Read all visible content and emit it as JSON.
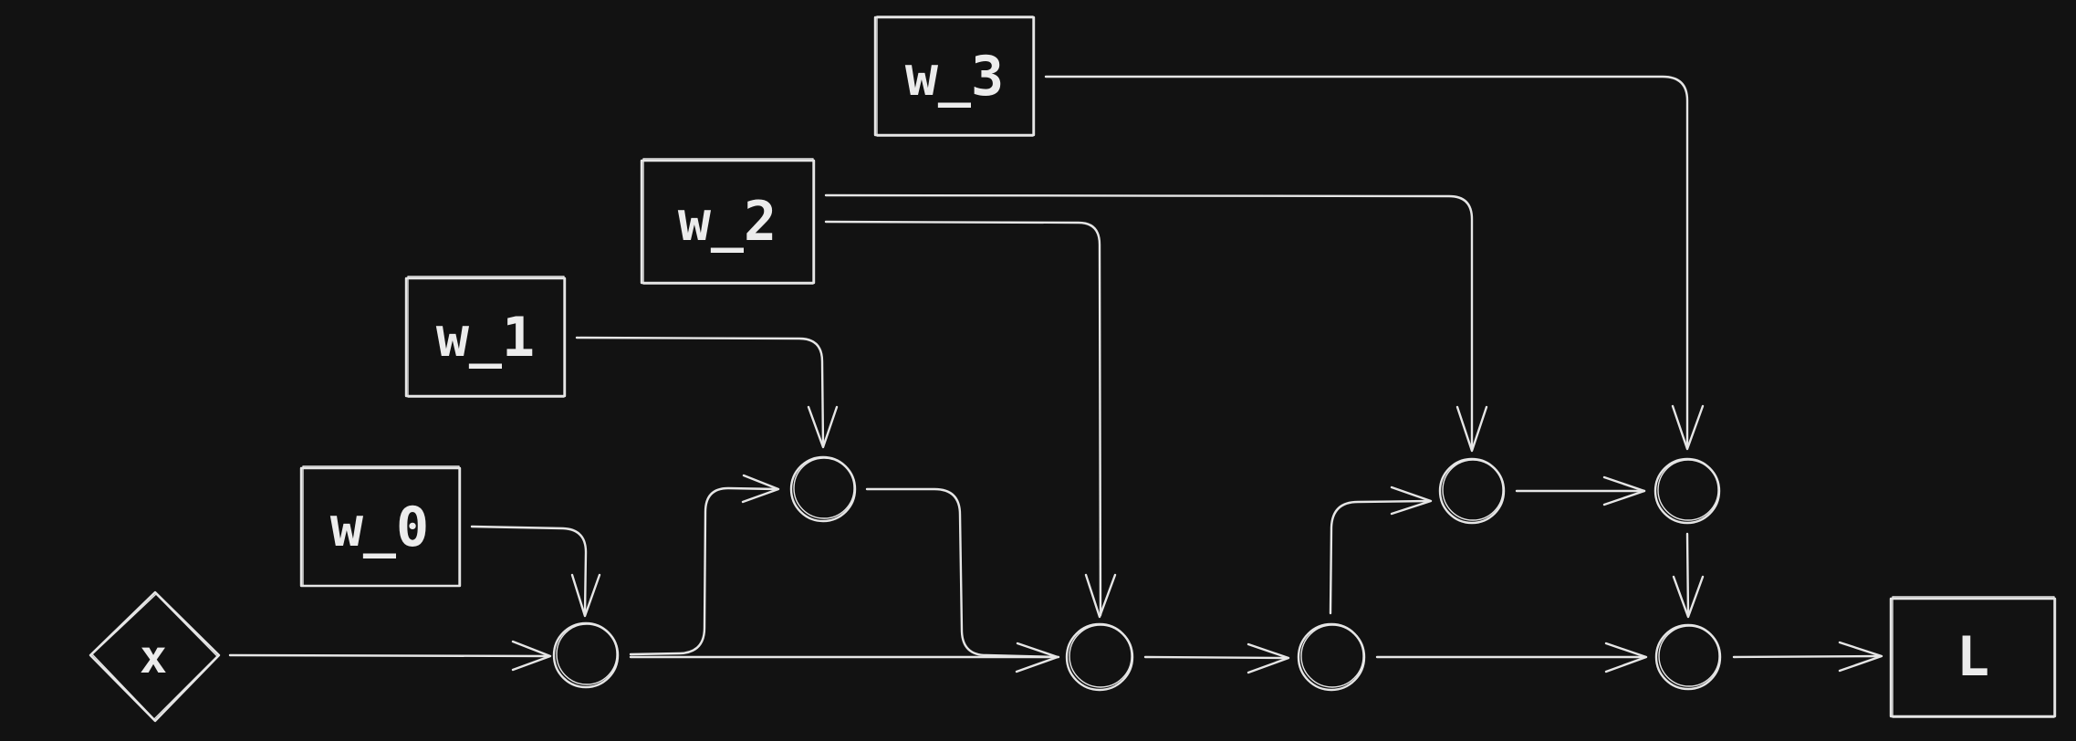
{
  "diagram": {
    "input_label": "x",
    "output_label": "L",
    "weights": [
      {
        "label": "w_0"
      },
      {
        "label": "w_1"
      },
      {
        "label": "w_2"
      },
      {
        "label": "w_3"
      }
    ]
  },
  "colors": {
    "background": "#121212",
    "stroke": "#e6e6e6"
  }
}
